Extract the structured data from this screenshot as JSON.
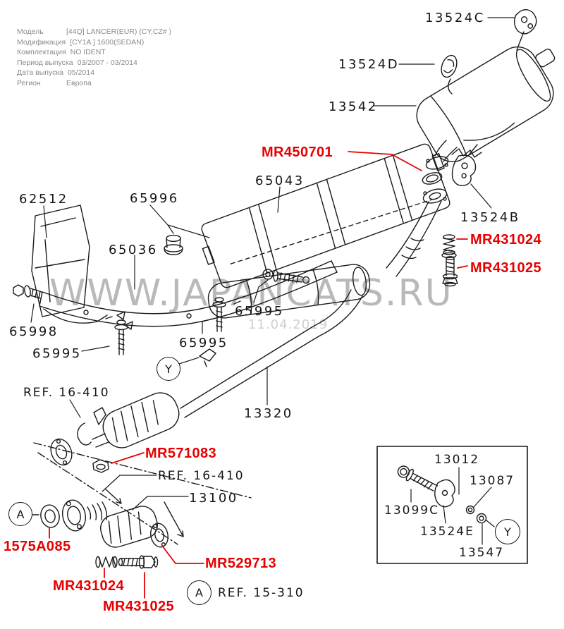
{
  "vehicle_info": {
    "rows": [
      {
        "label": "Модель",
        "value": "[44Q] LANCER(EUR) (CY,CZ# )"
      },
      {
        "label": "Модификация",
        "value": "[CY1A ] 1600(SEDAN)"
      },
      {
        "label": "Комплектация",
        "value": "NO IDENT"
      },
      {
        "label": "Период выпуска",
        "value": "03/2007 - 03/2014"
      },
      {
        "label": "Дата выпуска",
        "value": "05/2014"
      },
      {
        "label": "Регион",
        "value": "Европа"
      }
    ]
  },
  "watermark": {
    "site": "WWW.JAPANCATS.RU",
    "date": "11.04.2019"
  },
  "parts": {
    "n13524C": "13524C",
    "n13524D": "13524D",
    "n13542": "13542",
    "n65043": "65043",
    "n62512": "62512",
    "n65996": "65996",
    "n65036": "65036",
    "n65998": "65998",
    "n65995": "65995",
    "n13320": "13320",
    "n13100": "13100",
    "n13524B": "13524B",
    "n13012": "13012",
    "n13087": "13087",
    "n13099C": "13099C",
    "n13524E": "13524E",
    "n13547": "13547"
  },
  "red_parts": {
    "mr450701": "MR450701",
    "mr431024": "MR431024",
    "mr431025": "MR431025",
    "mr571083": "MR571083",
    "mr529713": "MR529713",
    "n1575a085": "1575A085"
  },
  "refs": {
    "ref16410": "REF. 16-410",
    "ref15310": "REF. 15-310"
  },
  "callouts": {
    "a": "A",
    "y": "Y"
  },
  "colors": {
    "label_red": "#e60000",
    "line_black": "#1a1a1a",
    "watermark_gray": "#b9b9b9",
    "info_gray": "#8a8a8a"
  }
}
